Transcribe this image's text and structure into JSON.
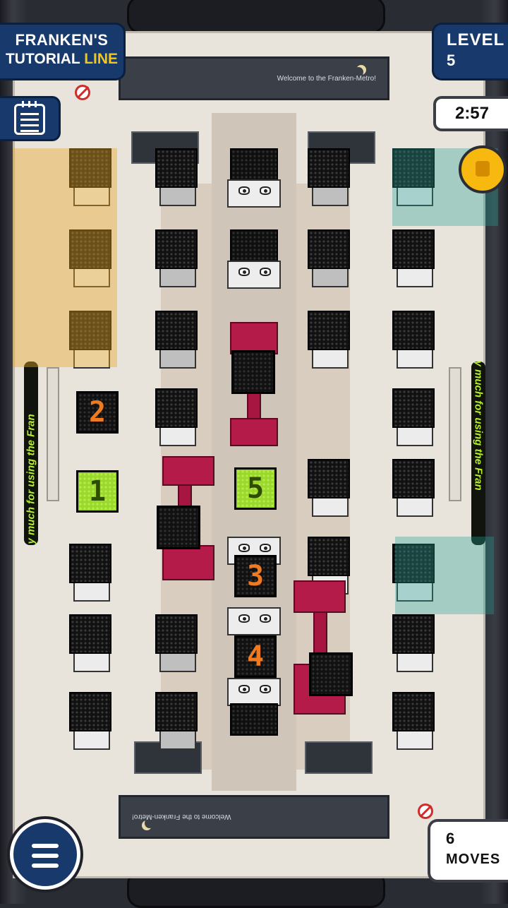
{
  "hud": {
    "line_title_1": "FRANKEN'S",
    "line_title_2_a": "TUTORIAL",
    "line_title_2_b": "LINE",
    "level_label": "LEVEL",
    "level_value": "5",
    "timer": "2:57",
    "moves_value": "6",
    "moves_label": "MOVES"
  },
  "banner": {
    "top_text": "Welcome to the Franken-Metro!",
    "bottom_text": "Welcome to the Franken-Metro!"
  },
  "marquee": {
    "left_text": "y much for using the Fran",
    "right_text": "y much for using the Fran"
  },
  "tiles": {
    "t1": "1",
    "t2": "2",
    "t3": "3",
    "t4": "4",
    "t5": "5"
  },
  "colors": {
    "hud_blue": "#17396b",
    "accent_yellow": "#f5c518",
    "cart_red": "#b51b48",
    "led_orange": "#f07a1f",
    "led_green": "#9ad92a"
  }
}
